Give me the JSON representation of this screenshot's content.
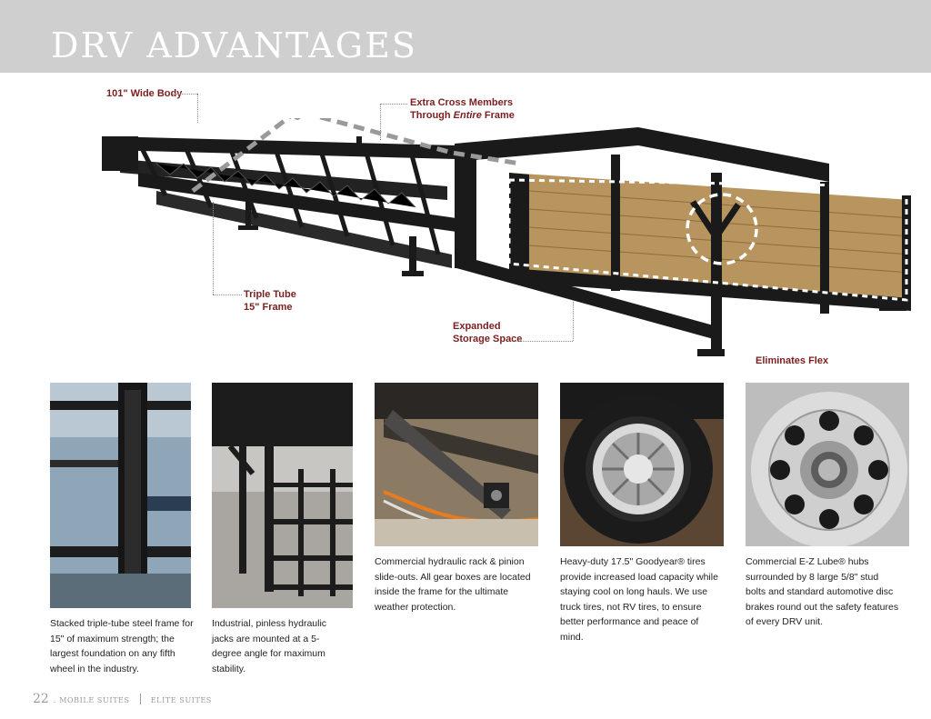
{
  "header": {
    "title": "DRV ADVANTAGES"
  },
  "callouts": {
    "wide_body": "101\" Wide Body",
    "cross_members_1": "Extra Cross Members",
    "cross_members_2a": "Through ",
    "cross_members_2b": "Entire",
    "cross_members_2c": " Frame",
    "triple_tube_1": "Triple Tube",
    "triple_tube_2": "15\" Frame",
    "storage_1": "Expanded",
    "storage_2": "Storage Space",
    "flex": "Eliminates Flex"
  },
  "captions": [
    "Stacked triple-tube steel frame for 15\" of maximum strength; the largest foundation on any fifth wheel in the industry.",
    "Industrial, pinless hydraulic jacks are mounted at a 5-degree angle for maximum stability.",
    "Commercial hydraulic rack & pinion slide-outs. All gear boxes are located inside the frame for the ultimate weather protection.",
    "Heavy-duty 17.5\" Goodyear® tires provide increased load capacity while staying cool on long hauls. We use truck tires, not RV tires, to ensure better performance and peace of mind.",
    "Commercial E-Z Lube® hubs surrounded by 8 large 5/8\" stud bolts and standard automotive disc brakes round out the safety features of every DRV unit."
  ],
  "footer": {
    "page": "22",
    "section_1": "MOBILE SUITES",
    "section_2": "ELITE SUITES"
  },
  "colors": {
    "banner": "#cfcfcf",
    "callout": "#7a1f1f",
    "frame": "#1a1a1a",
    "wood": "#b8945e"
  }
}
